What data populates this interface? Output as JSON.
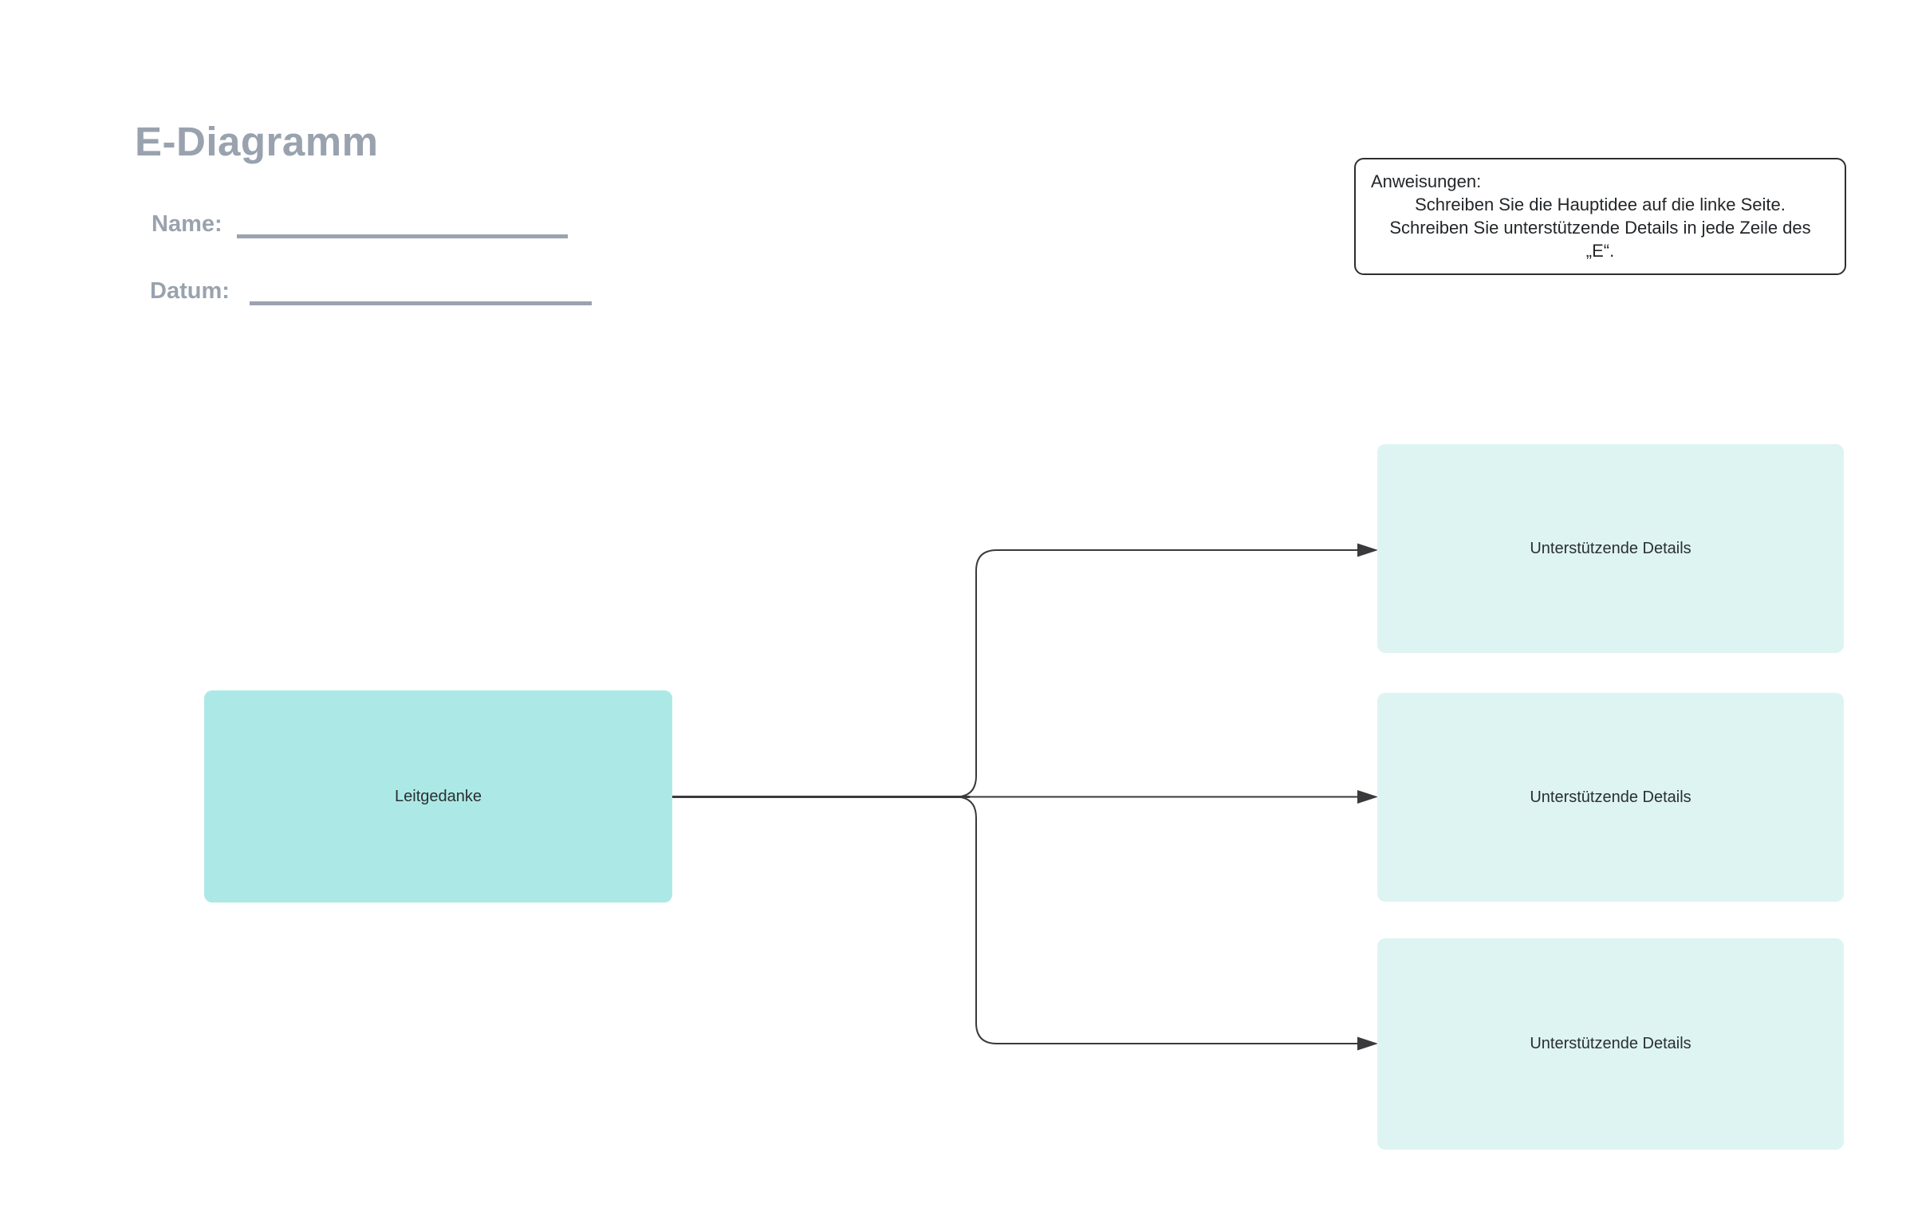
{
  "header": {
    "title": "E-Diagramm",
    "name_label": "Name:",
    "date_label": "Datum:"
  },
  "instructions": {
    "heading": "Anweisungen:",
    "lines": [
      "Schreiben Sie die Hauptidee auf die linke Seite.",
      "Schreiben Sie unterstützende Details in jede Zeile des",
      "„E“."
    ]
  },
  "diagram": {
    "main_idea_label": "Leitgedanke",
    "detail_labels": [
      "Unterstützende Details",
      "Unterstützende Details",
      "Unterstützende Details"
    ],
    "colors": {
      "main_idea_fill": "#ACE9E6",
      "detail_fill": "#DDF4F3",
      "connector": "#3A3A3C",
      "heading_gray": "#99A2AE",
      "instructions_border": "#2E2E30"
    }
  }
}
